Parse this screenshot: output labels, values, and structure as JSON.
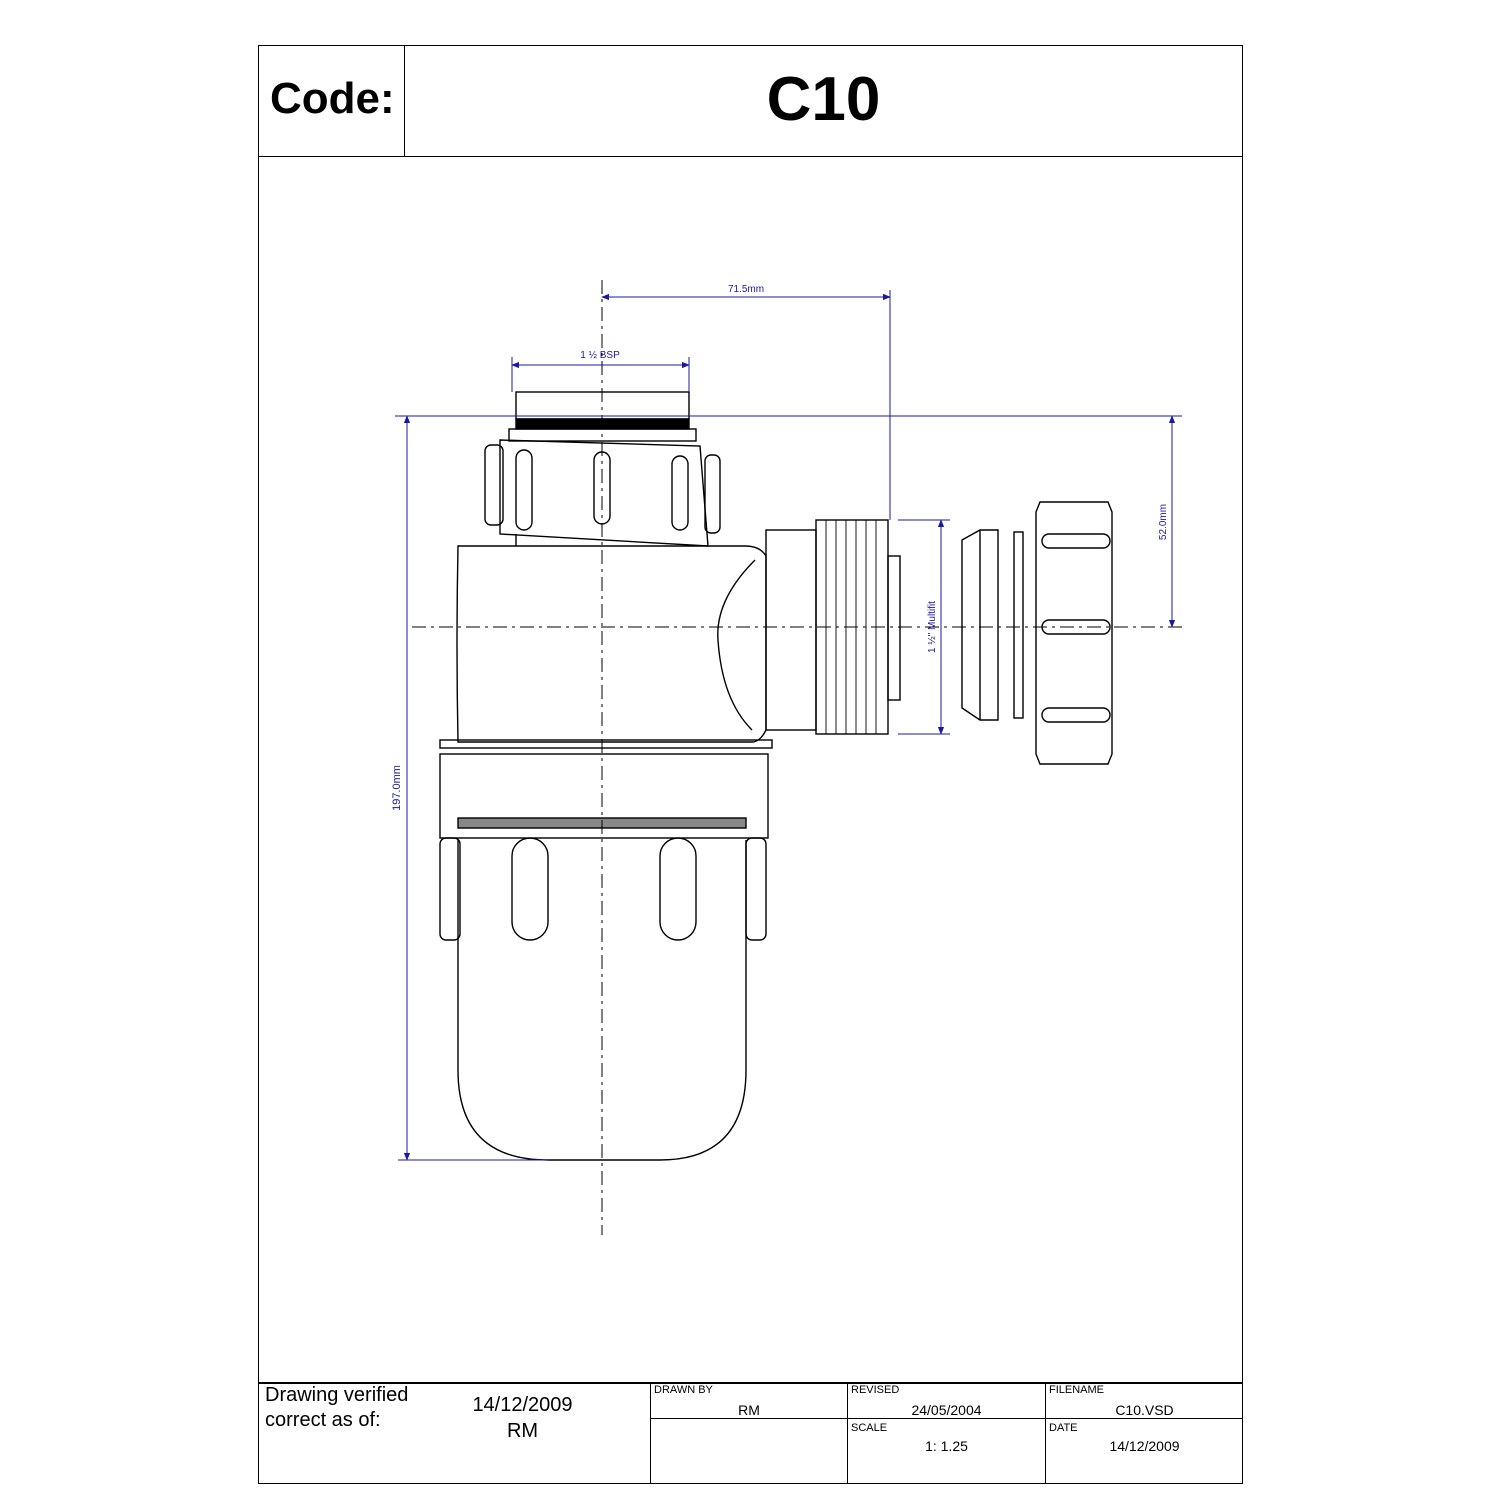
{
  "header": {
    "code_label": "Code:",
    "code_value": "C10"
  },
  "dimensions": {
    "overall_width": "71.5mm",
    "inlet_thread": "1 ½ BSP",
    "outlet_height": "52.0mm",
    "outlet_size": "1 ½\" Multifit",
    "overall_height": "197.0mm"
  },
  "title_block": {
    "verified_label_line1": "Drawing verified",
    "verified_label_line2": "correct as of:",
    "verified_date": "14/12/2009",
    "verified_by": "RM",
    "drawn_by_label": "DRAWN BY",
    "drawn_by_value": "RM",
    "revised_label": "REVISED",
    "revised_value": "24/05/2004",
    "filename_label": "FILENAME",
    "filename_value": "C10.VSD",
    "scale_label": "SCALE",
    "scale_value": "1: 1.25",
    "date_label": "DATE",
    "date_value": "14/12/2009"
  },
  "colors": {
    "dimension": "#1a1aa0",
    "outline": "#000000"
  }
}
